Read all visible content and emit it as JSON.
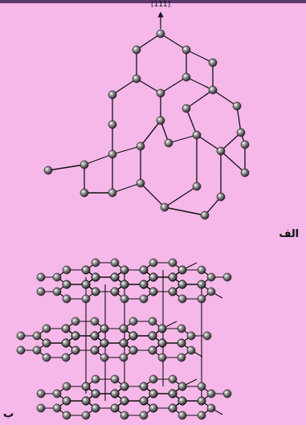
{
  "diagram": {
    "labels": [
      "[111]",
      "الف",
      "ب"
    ]
  }
}
